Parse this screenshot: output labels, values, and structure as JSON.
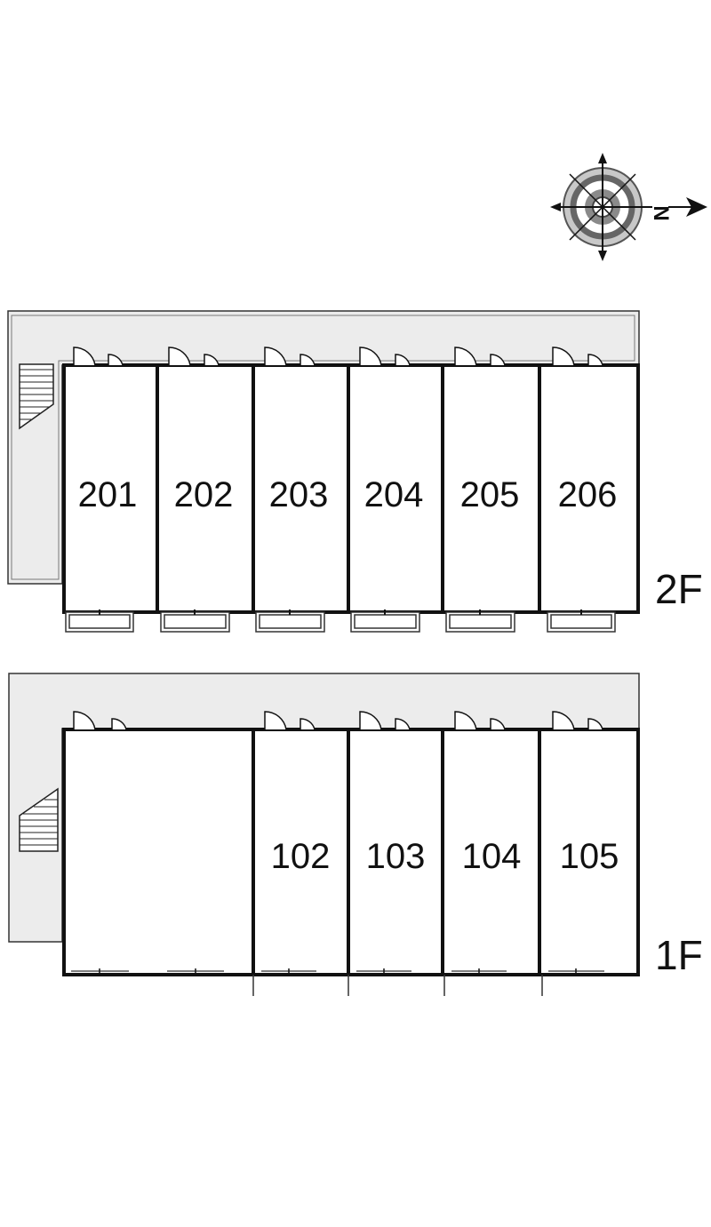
{
  "compass": {
    "north_letter": "N"
  },
  "floors": [
    {
      "label": "2F",
      "units": [
        {
          "label": "201"
        },
        {
          "label": "202"
        },
        {
          "label": "203"
        },
        {
          "label": "204"
        },
        {
          "label": "205"
        },
        {
          "label": "206"
        }
      ]
    },
    {
      "label": "1F",
      "units": [
        {
          "label": ""
        },
        {
          "label": "102"
        },
        {
          "label": "103"
        },
        {
          "label": "104"
        },
        {
          "label": "105"
        }
      ]
    }
  ],
  "colors": {
    "walkway": "#ececec",
    "wall": "#111111",
    "line": "#333333"
  }
}
